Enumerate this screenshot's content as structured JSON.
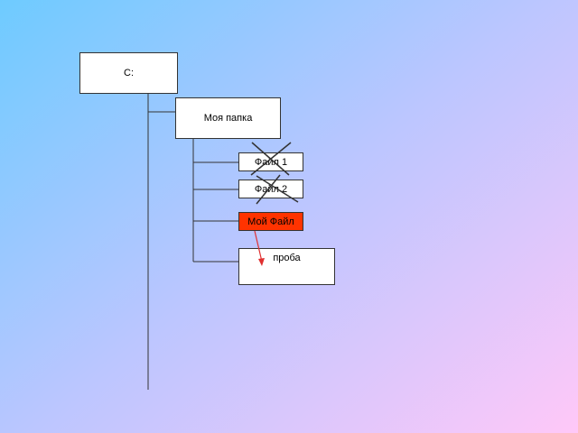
{
  "root": {
    "label": "C:"
  },
  "folder": {
    "label": "Моя папка"
  },
  "files": [
    {
      "label": "Файл 1",
      "crossed_out": true
    },
    {
      "label": "Файл 2",
      "crossed_out": true
    },
    {
      "label": "Мой Файл",
      "highlight_color": "#ff3300"
    },
    {
      "label": "проба"
    }
  ],
  "colors": {
    "arrow": "#e03030",
    "line": "#333333"
  }
}
